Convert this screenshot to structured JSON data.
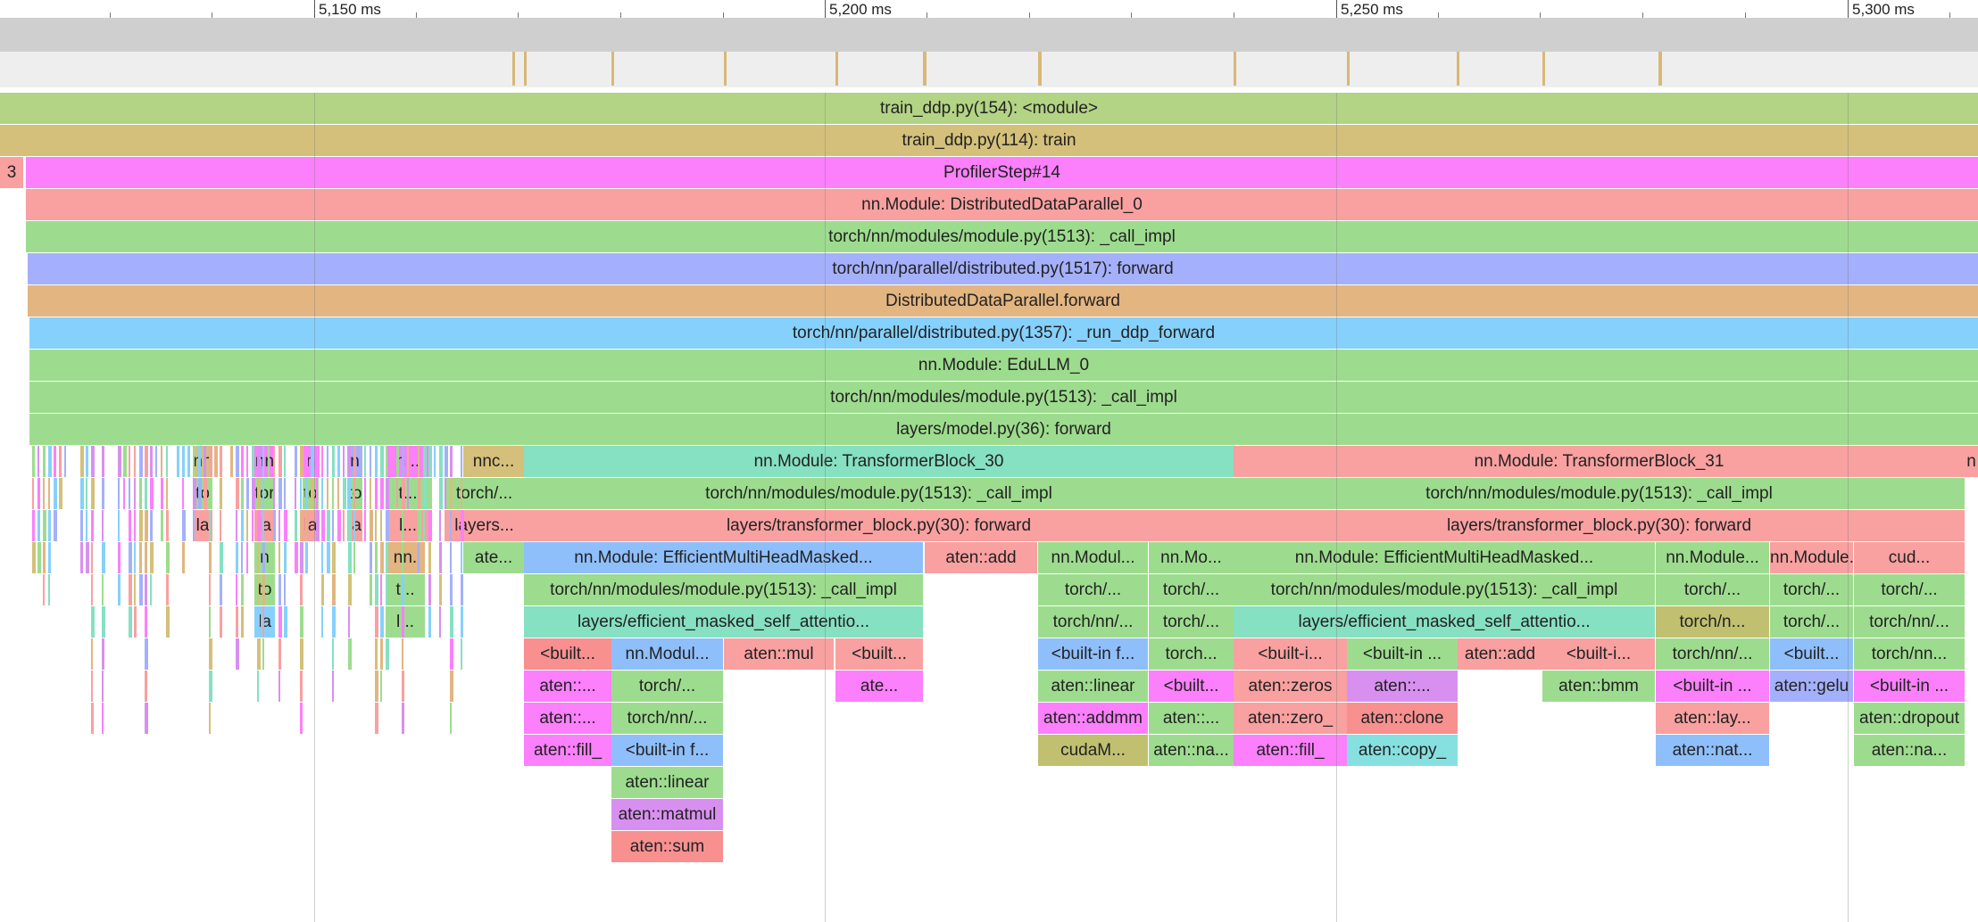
{
  "timeline": {
    "ticks": [
      {
        "label": "5,150 ms"
      },
      {
        "label": "5,200 ms"
      },
      {
        "label": "5,250 ms"
      },
      {
        "label": "5,300 ms"
      }
    ]
  },
  "colors": {
    "green": "#b3d484",
    "tan": "#d4c07a",
    "magenta": "#fc7ffc",
    "salmon": "#f9a0a0",
    "light_green": "#9ddc8e",
    "periwinkle": "#a4b0fb",
    "orange_tan": "#e2b581",
    "sky": "#86d0fc",
    "teal": "#86e0c2",
    "blue": "#8fbffb",
    "red": "#f89090",
    "violet": "#d890f0",
    "cyan": "#86e0e0",
    "olive": "#c0c070",
    "counter_mark": "#d8b878"
  },
  "flame": {
    "slices": [
      {
        "label": "train_ddp.py(154): <module>"
      },
      {
        "label": "train_ddp.py(114): train"
      },
      {
        "label": "ProfilerStep#14"
      },
      {
        "label": "nn.Module: DistributedDataParallel_0"
      },
      {
        "label": "torch/nn/modules/module.py(1513): _call_impl"
      },
      {
        "label": "torch/nn/parallel/distributed.py(1517): forward"
      },
      {
        "label": "DistributedDataParallel.forward"
      },
      {
        "label": "torch/nn/parallel/distributed.py(1357): _run_ddp_forward"
      },
      {
        "label": "nn.Module: EduLLM_0"
      },
      {
        "label": "torch/nn/modules/module.py(1513): _call_impl"
      },
      {
        "label": "layers/model.py(36): forward"
      },
      {
        "label": "nn.Module: TransformerBlock_30"
      },
      {
        "label": "nn.Module: TransformerBlock_31"
      },
      {
        "label": "torch/nn/modules/module.py(1513): _call_impl"
      },
      {
        "label": "torch/nn/modules/module.py(1513): _call_impl"
      },
      {
        "label": "layers/transformer_block.py(30): forward"
      },
      {
        "label": "layers/transformer_block.py(30): forward"
      },
      {
        "label": "nn.Module: EfficientMultiHeadMasked..."
      },
      {
        "label": "aten::add"
      },
      {
        "label": "nn.Modul..."
      },
      {
        "label": "nn.Mo..."
      },
      {
        "label": "nn.Module: EfficientMultiHeadMasked..."
      },
      {
        "label": "nn.Module..."
      },
      {
        "label": "nn.Module..."
      },
      {
        "label": "cud..."
      },
      {
        "label": "torch/nn/modules/module.py(1513): _call_impl"
      },
      {
        "label": "torch/..."
      },
      {
        "label": "torch/..."
      },
      {
        "label": "torch/nn/modules/module.py(1513): _call_impl"
      },
      {
        "label": "torch/..."
      },
      {
        "label": "torch/..."
      },
      {
        "label": "torch/..."
      },
      {
        "label": "layers/efficient_masked_self_attentio..."
      },
      {
        "label": "torch/nn/..."
      },
      {
        "label": "torch/..."
      },
      {
        "label": "layers/efficient_masked_self_attentio..."
      },
      {
        "label": "torch/n..."
      },
      {
        "label": "torch/..."
      },
      {
        "label": "torch/nn/..."
      },
      {
        "label": "<built..."
      },
      {
        "label": "nn.Modul..."
      },
      {
        "label": "aten::mul"
      },
      {
        "label": "<built..."
      },
      {
        "label": "<built-in f..."
      },
      {
        "label": "torch..."
      },
      {
        "label": "<built-i..."
      },
      {
        "label": "<built-in ..."
      },
      {
        "label": "aten::add"
      },
      {
        "label": "<built-i..."
      },
      {
        "label": "torch/nn/..."
      },
      {
        "label": "<built..."
      },
      {
        "label": "torch/nn..."
      },
      {
        "label": "aten::..."
      },
      {
        "label": "torch/..."
      },
      {
        "label": "ate..."
      },
      {
        "label": "aten::linear"
      },
      {
        "label": "<built..."
      },
      {
        "label": "aten::zeros"
      },
      {
        "label": "aten::..."
      },
      {
        "label": "aten::bmm"
      },
      {
        "label": "<built-in ..."
      },
      {
        "label": "aten::gelu"
      },
      {
        "label": "<built-in ..."
      },
      {
        "label": "aten::..."
      },
      {
        "label": "torch/nn/..."
      },
      {
        "label": "aten::addmm"
      },
      {
        "label": "aten::..."
      },
      {
        "label": "aten::zero_"
      },
      {
        "label": "aten::clone"
      },
      {
        "label": "aten::lay..."
      },
      {
        "label": "aten::dropout"
      },
      {
        "label": "aten::fill_"
      },
      {
        "label": "<built-in f..."
      },
      {
        "label": "cudaM..."
      },
      {
        "label": "aten::na..."
      },
      {
        "label": "aten::fill_"
      },
      {
        "label": "aten::copy_"
      },
      {
        "label": "aten::nat..."
      },
      {
        "label": "aten::na..."
      },
      {
        "label": "aten::linear"
      },
      {
        "label": "aten::matmul"
      },
      {
        "label": "aten::sum"
      },
      {
        "label": "nn"
      },
      {
        "label": "nn"
      },
      {
        "label": "n"
      },
      {
        "label": "n"
      },
      {
        "label": "n..."
      },
      {
        "label": "nnc..."
      },
      {
        "label": "to"
      },
      {
        "label": "tor"
      },
      {
        "label": "to"
      },
      {
        "label": "to"
      },
      {
        "label": "t..."
      },
      {
        "label": "torch/..."
      },
      {
        "label": "la"
      },
      {
        "label": "la"
      },
      {
        "label": "la"
      },
      {
        "label": "la"
      },
      {
        "label": "l..."
      },
      {
        "label": "layers..."
      },
      {
        "label": "n"
      },
      {
        "label": "nn."
      },
      {
        "label": "ate..."
      },
      {
        "label": "to"
      },
      {
        "label": "t..."
      },
      {
        "label": "la"
      },
      {
        "label": "l..."
      },
      {
        "label": "3"
      },
      {
        "label": "n"
      }
    ]
  }
}
